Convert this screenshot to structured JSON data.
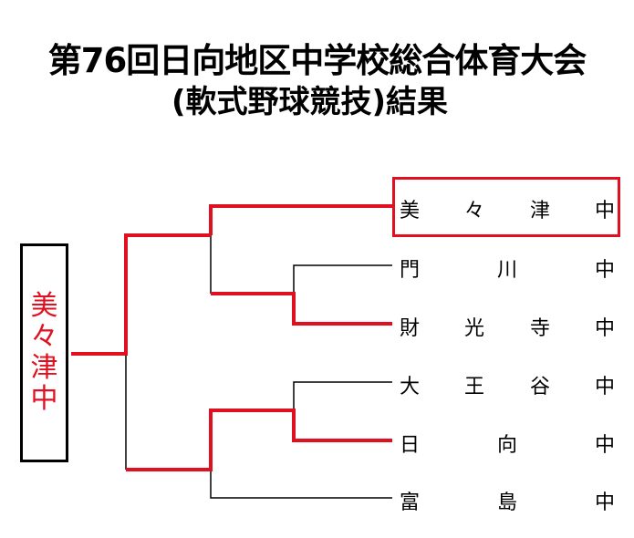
{
  "title": {
    "line1": "第76回日向地区中学校総合体育大会",
    "line2": "(軟式野球競技)結果"
  },
  "winner": {
    "label": "美々津中",
    "chars": [
      "美",
      "々",
      "津",
      "中"
    ]
  },
  "teams": [
    {
      "chars": [
        "美",
        "々",
        "津",
        "中"
      ],
      "result": "champion"
    },
    {
      "chars": [
        "門",
        "川",
        "中"
      ],
      "result": "lost"
    },
    {
      "chars": [
        "財",
        "光",
        "寺",
        "中"
      ],
      "result": "advanced"
    },
    {
      "chars": [
        "大",
        "王",
        "谷",
        "中"
      ],
      "result": "lost"
    },
    {
      "chars": [
        "日",
        "向",
        "中"
      ],
      "result": "advanced"
    },
    {
      "chars": [
        "富",
        "島",
        "中"
      ],
      "result": "lost"
    }
  ],
  "colors": {
    "winner_line": "#e01020",
    "loser_line": "#000000",
    "background": "#ffffff"
  }
}
